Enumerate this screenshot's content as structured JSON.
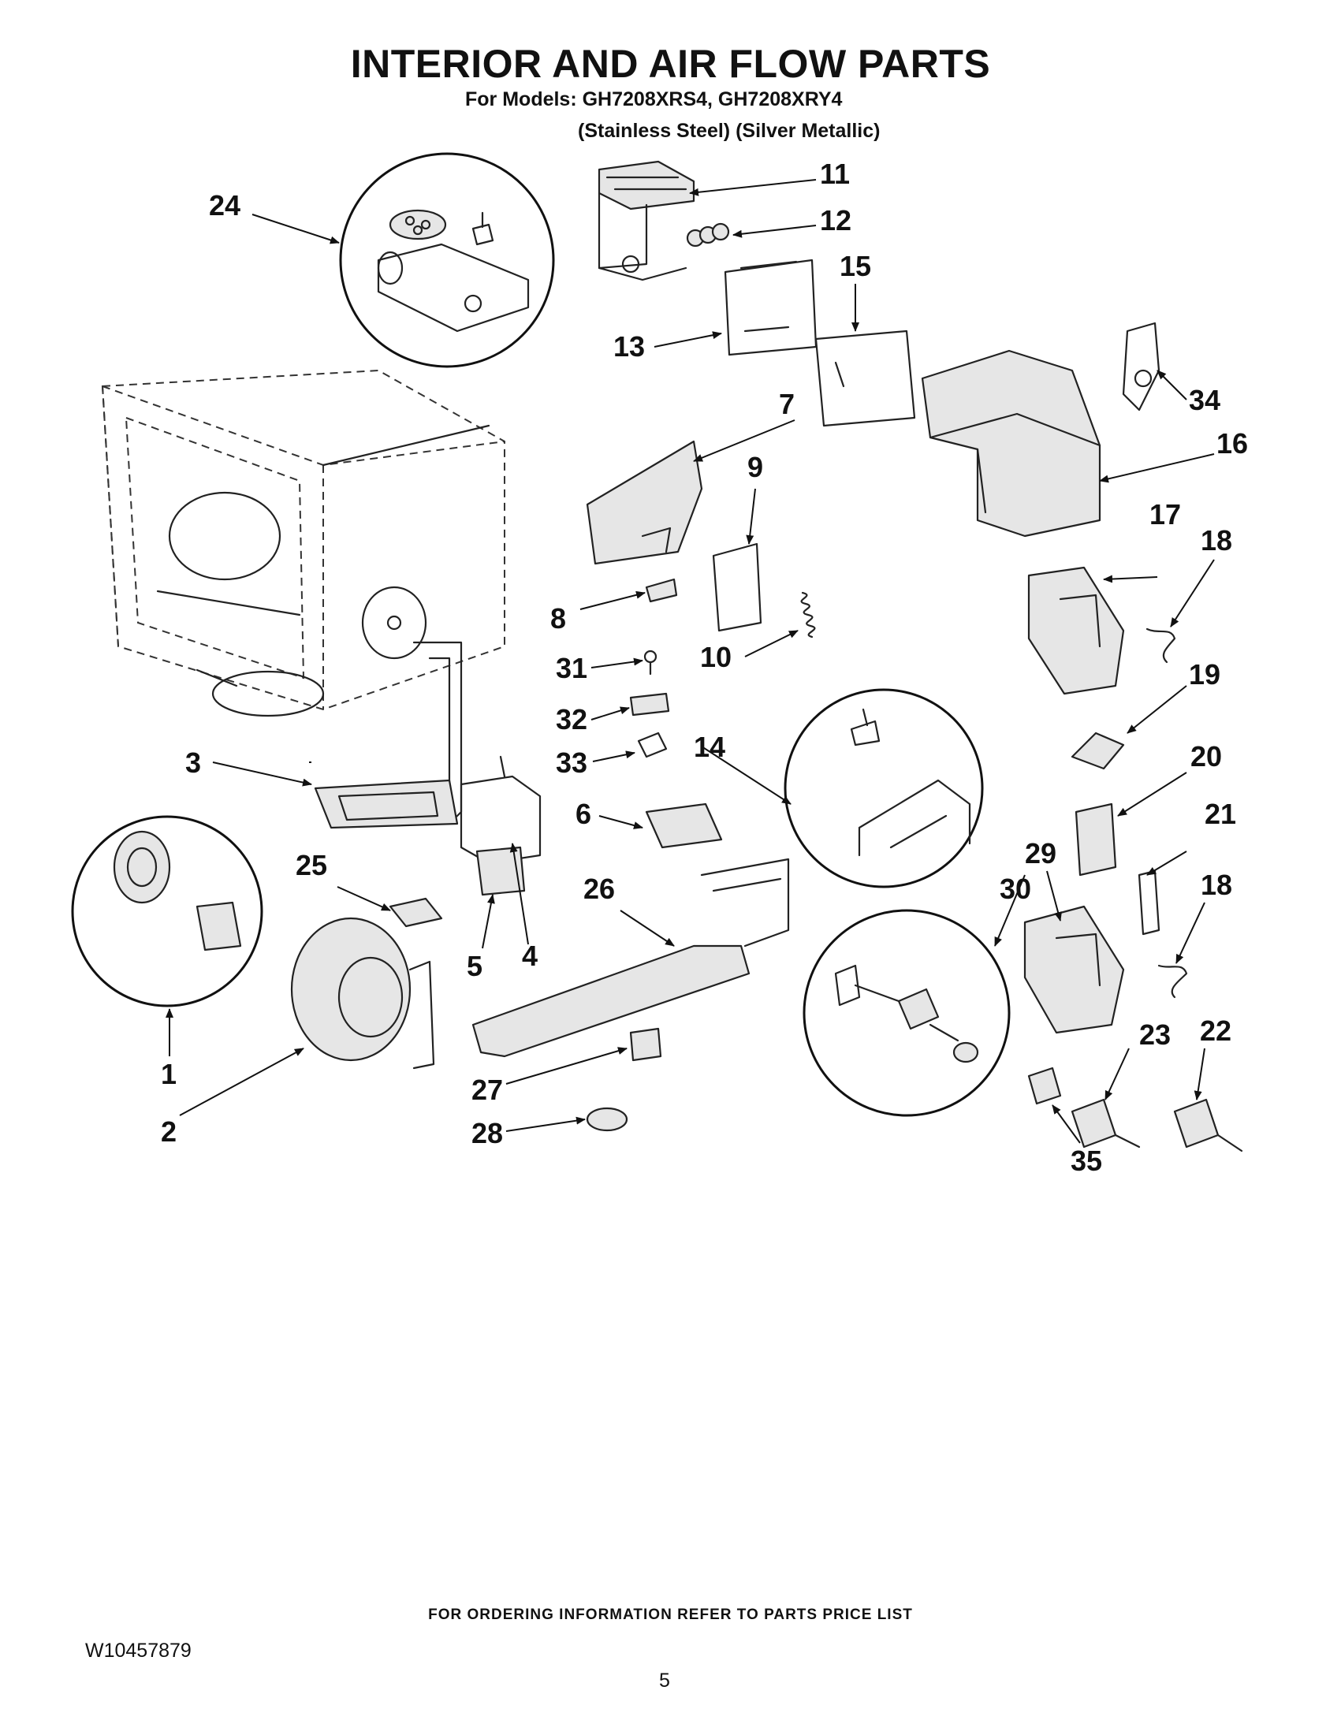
{
  "page": {
    "title": "INTERIOR AND AIR FLOW PARTS",
    "models_line": "For Models: GH7208XRS4, GH7208XRY4",
    "finish_line": "(Stainless Steel) (Silver Metallic)",
    "footer_note": "FOR ORDERING INFORMATION REFER TO PARTS PRICE LIST",
    "document_number": "W10457879",
    "page_number": "5"
  },
  "callouts": {
    "c1": "1",
    "c2": "2",
    "c3": "3",
    "c4": "4",
    "c5": "5",
    "c6": "6",
    "c7": "7",
    "c8": "8",
    "c9": "9",
    "c10": "10",
    "c11": "11",
    "c12": "12",
    "c13": "13",
    "c14": "14",
    "c15": "15",
    "c16": "16",
    "c17": "17",
    "c18a": "18",
    "c18b": "18",
    "c19": "19",
    "c20": "20",
    "c21": "21",
    "c22": "22",
    "c23": "23",
    "c24": "24",
    "c25": "25",
    "c26": "26",
    "c27": "27",
    "c28": "28",
    "c29": "29",
    "c30": "30",
    "c31": "31",
    "c32": "32",
    "c33": "33",
    "c34": "34",
    "c35": "35"
  }
}
